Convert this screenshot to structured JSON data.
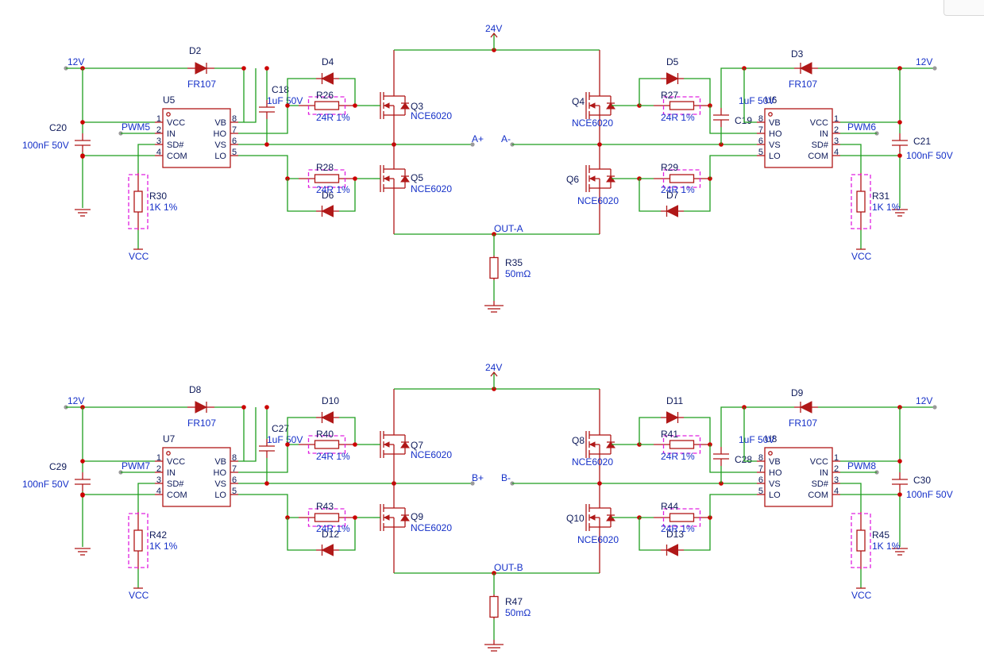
{
  "nets": {
    "supply_12v": "12V",
    "supply_24v": "24V",
    "vcc": "VCC",
    "a_plus": "A+",
    "a_minus": "A-",
    "b_plus": "B+",
    "b_minus": "B-",
    "out_a": "OUT-A",
    "out_b": "OUT-B"
  },
  "driver_pins": {
    "left_labels": [
      "VCC",
      "IN",
      "SD#",
      "COM"
    ],
    "left_numbers": [
      "1",
      "2",
      "3",
      "4"
    ],
    "right_labels": [
      "VB",
      "HO",
      "VS",
      "LO"
    ],
    "right_numbers": [
      "8",
      "7",
      "6",
      "5"
    ]
  },
  "upper": {
    "u_left": "U5",
    "u_right": "U6",
    "pwm_left": "PWM5",
    "pwm_right": "PWM6",
    "boot_diode_left": "D2",
    "boot_diode_right": "D3",
    "boot_diode_value": "FR107",
    "boot_cap_left": "C18",
    "boot_cap_right": "C19",
    "boot_cap_value": "1uF 50V",
    "dec_cap_left": "C20",
    "dec_cap_right": "C21",
    "dec_cap_value": "100nF 50V",
    "sd_res_left": "R30",
    "sd_res_right": "R31",
    "sd_res_value": "1K 1%",
    "gate_diodes": [
      "D4",
      "D6",
      "D5",
      "D7"
    ],
    "gate_res": [
      "R26",
      "R28",
      "R27",
      "R29"
    ],
    "gate_res_value": "24R 1%",
    "fets": [
      "Q3",
      "Q5",
      "Q4",
      "Q6"
    ],
    "fet_value": "NCE6020",
    "shunt": "R35",
    "shunt_value": "50mΩ"
  },
  "lower": {
    "u_left": "U7",
    "u_right": "U8",
    "pwm_left": "PWM7",
    "pwm_right": "PWM8",
    "boot_diode_left": "D8",
    "boot_diode_right": "D9",
    "boot_diode_value": "FR107",
    "boot_cap_left": "C27",
    "boot_cap_right": "C28",
    "boot_cap_value": "1uF 50V",
    "dec_cap_left": "C29",
    "dec_cap_right": "C30",
    "dec_cap_value": "100nF 50V",
    "sd_res_left": "R42",
    "sd_res_right": "R45",
    "sd_res_value": "1K 1%",
    "gate_diodes": [
      "D10",
      "D12",
      "D11",
      "D13"
    ],
    "gate_res": [
      "R40",
      "R43",
      "R41",
      "R44"
    ],
    "gate_res_value": "24R 1%",
    "fets": [
      "Q7",
      "Q9",
      "Q8",
      "Q10"
    ],
    "fet_value": "NCE6020",
    "shunt": "R47",
    "shunt_value": "50mΩ"
  },
  "colors": {
    "wire": "#1e9e1e",
    "component": "#b01818",
    "junction": "#cc0000",
    "designator": "#0e1a5a",
    "value": "#1530c8",
    "highlight": "#e020e0"
  }
}
